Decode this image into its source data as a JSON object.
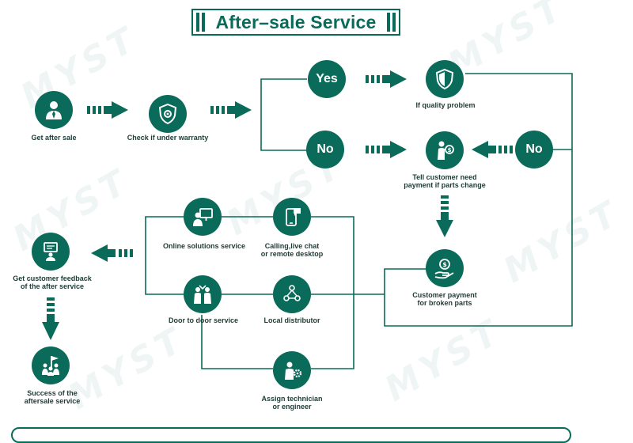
{
  "title": "After–sale Service",
  "watermark": "MYST",
  "colors": {
    "primary": "#0a6b5a",
    "line": "#0a6b5a",
    "background": "#ffffff"
  },
  "nodes": {
    "get_after_sale": {
      "label": "Get after sale",
      "icon": "user-tie-icon"
    },
    "check_warranty": {
      "label": "Check if under warranty",
      "icon": "shield-badge-icon"
    },
    "yes": {
      "text": "Yes"
    },
    "no_left": {
      "text": "No"
    },
    "no_right": {
      "text": "No"
    },
    "quality_problem": {
      "label": "If quality problem",
      "icon": "shield-icon"
    },
    "tell_customer": {
      "label": "Tell customer need\npayment if parts change",
      "icon": "person-money-icon"
    },
    "customer_payment": {
      "label": "Customer payment\nfor broken parts",
      "icon": "hand-coin-icon"
    },
    "online_solutions": {
      "label": "Online solutions service",
      "icon": "monitor-support-icon"
    },
    "calling": {
      "label": "Calling,live chat\nor remote desktop",
      "icon": "phone-chat-icon"
    },
    "door_to_door": {
      "label": "Door to door service",
      "icon": "repair-people-icon"
    },
    "local_distributor": {
      "label": "Local distributor",
      "icon": "network-people-icon"
    },
    "assign_technician": {
      "label": "Assign technician\nor engineer",
      "icon": "technician-gear-icon"
    },
    "customer_feedback": {
      "label": "Get customer feedback\nof the after service",
      "icon": "feedback-screen-icon"
    },
    "success": {
      "label": "Success of the\naftersale service",
      "icon": "flag-team-icon"
    }
  }
}
